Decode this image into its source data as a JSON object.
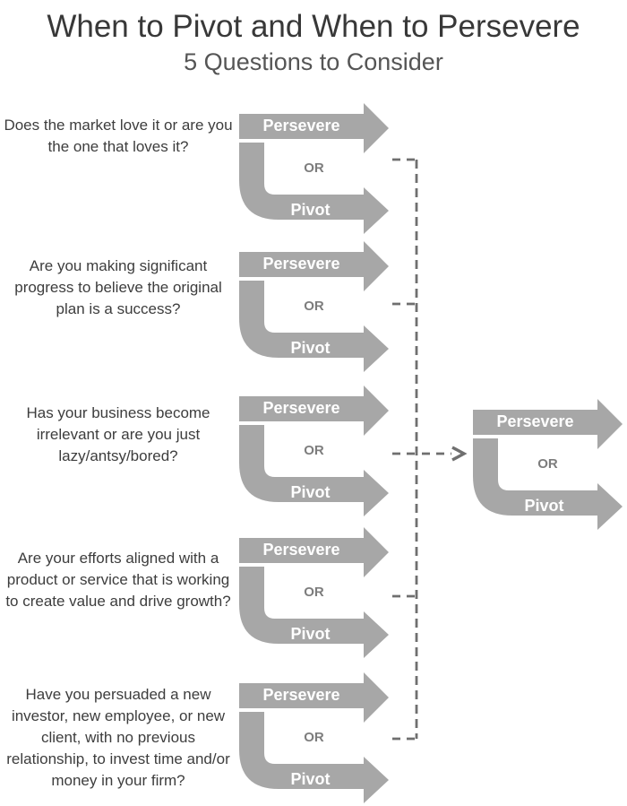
{
  "header": {
    "title": "When to Pivot and When to Persevere",
    "subtitle": "5 Questions to Consider"
  },
  "labels": {
    "persevere": "Persevere",
    "or": "OR",
    "pivot": "Pivot"
  },
  "questions": [
    "Does the market love it or are you the one that loves it?",
    "Are you making significant progress to believe the original plan is a success?",
    "Has your business become irrelevant or are you just lazy/antsy/bored?",
    "Are your efforts aligned with a product or service that is working to create value and drive growth?",
    "Have you persuaded a new investor, new employee, or new client, with no previous relationship, to invest time and/or money in your firm?"
  ],
  "colors": {
    "arrow_gray": "#a7a7a7",
    "dash_gray": "#6f6f6f",
    "question_text": "#3d3d3d",
    "title_text": "#383838",
    "or_text": "#7d7d7d",
    "arrow_label_text": "#ffffff"
  },
  "icons": {
    "persevere_arrow": "right-arrow",
    "pivot_arrow": "elbow-down-right-arrow",
    "connector": "dashed-or-gate-arrow"
  }
}
